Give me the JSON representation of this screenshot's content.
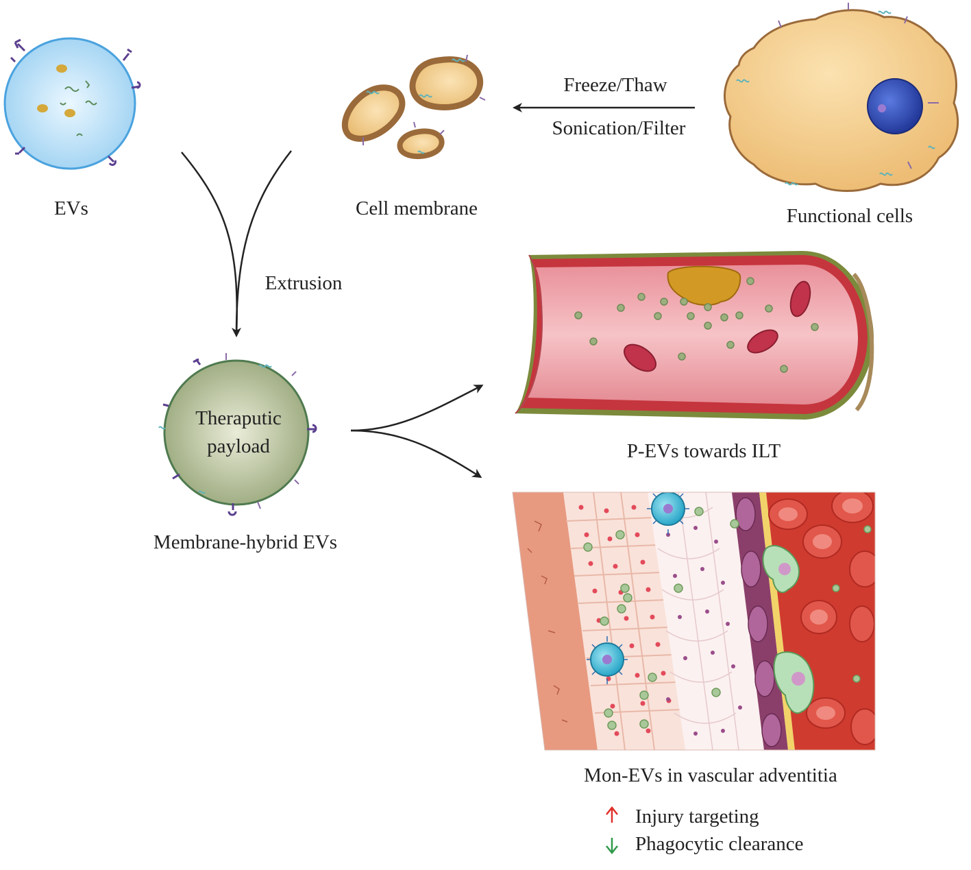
{
  "labels": {
    "evs": "EVs",
    "cell_membrane": "Cell membrane",
    "functional_cells": "Functional cells",
    "freeze_thaw": "Freeze/Thaw",
    "sonication_filter": "Sonication/Filter",
    "extrusion": "Extrusion",
    "payload_line1": "Theraputic",
    "payload_line2": "payload",
    "membrane_hybrid": "Membrane-hybrid EVs",
    "p_evs": "P-EVs towards ILT",
    "mon_evs": "Mon-EVs in vascular adventitia",
    "injury_targeting": "Injury targeting",
    "phagocytic_clearance": "Phagocytic clearance"
  },
  "colors": {
    "up_arrow": "#e0302a",
    "down_arrow": "#2f9a4a",
    "ev_fill": "#a9d8f5",
    "ev_stroke": "#4aa2de",
    "membrane_fill": "#efc886",
    "membrane_stroke": "#9a6a3a",
    "hybrid_fill": "#a8b68c",
    "nucleus": "#3552b8"
  }
}
